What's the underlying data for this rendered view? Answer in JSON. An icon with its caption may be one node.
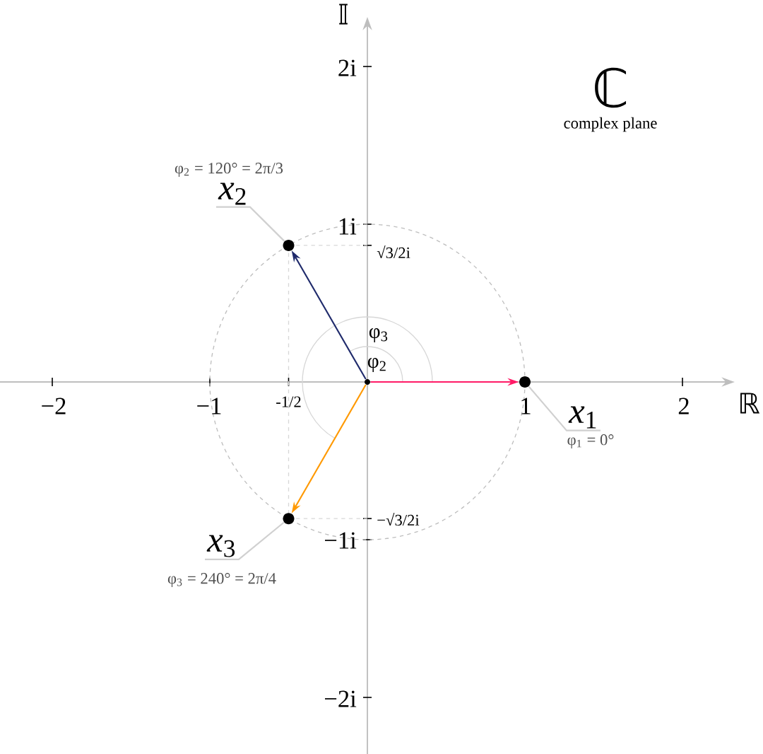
{
  "diagram": {
    "nodes": [
      {
        "text": [
          "*x*$_{2}$"
        ],
        "beside": [
          "φ$_{2}$ = 120° = 2π/3"
        ]
      },
      {
        "text": [
          "*x*$_{1}$"
        ],
        "beside": [
          "φ$_{1}$ = 0°"
        ]
      },
      {
        "text": [
          "*x*$_{3}$"
        ],
        "beside": [
          "φ$_{3}$ = 240° = 2π/4"
        ]
      },
      {
        "text": [],
        "shape": "circle"
      },
      {
        "text": [],
        "shape": "circle"
      },
      {
        "text": [],
        "shape": "circle"
      },
      {
        "text": [],
        "shape": "circle"
      }
    ],
    "edges": [
      {
        "from": 5,
        "to": 6,
        "arrow": "to",
        "color": "#ff1a66"
      },
      {
        "from": 5,
        "to": 3,
        "arrow": "to",
        "color": "#1f2a6b"
      },
      {
        "from": 5,
        "to": 4,
        "arrow": "to",
        "color": "#ff9900"
      },
      {
        "from": 0,
        "to": 3,
        "arrow": "none",
        "color": "#d0d0d0"
      },
      {
        "from": 1,
        "to": 6,
        "arrow": "none",
        "color": "#d0d0d0"
      },
      {
        "from": 2,
        "to": 4,
        "arrow": "none",
        "color": "#d0d0d0"
      }
    ],
    "labels": [
      "𝕀",
      "2i",
      "ℂ",
      "complex plane",
      "1i",
      "√3/2i",
      "φ$_{3}$",
      "φ$_{2}$",
      "-1/2",
      "−2",
      "−1",
      "1",
      "2",
      "ℝ",
      "−√3/2i",
      "−1i",
      "−2i"
    ]
  }
}
